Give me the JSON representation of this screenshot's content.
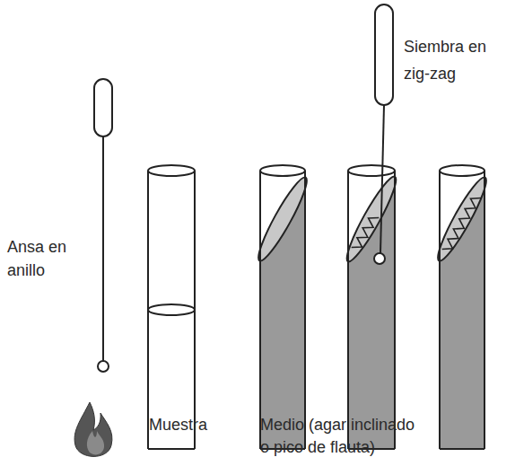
{
  "diagram": {
    "labels": [
      "Siembra en zig-zag",
      "Ansa en anillo",
      "Muestra",
      "Medio (agar inclinado o pico de flauta)"
    ]
  }
}
